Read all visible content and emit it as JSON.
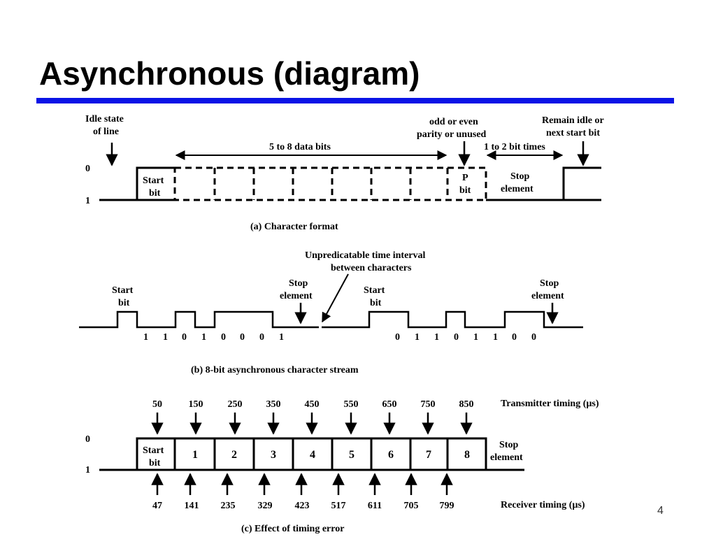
{
  "slide": {
    "title": "Asynchronous (diagram)",
    "page_number": "4",
    "rule_color": "#0a14e6"
  },
  "a": {
    "idle_label": [
      "Idle state",
      "of line"
    ],
    "level0": "0",
    "level1": "1",
    "data_bits": "5 to 8 data bits",
    "parity_label": [
      "odd or even",
      "parity or unused"
    ],
    "stop_times": "1 to 2 bit times",
    "remain_label": [
      "Remain idle or",
      "next start bit"
    ],
    "start_bit": [
      "Start",
      "bit"
    ],
    "p_bit": [
      "P",
      "bit"
    ],
    "stop_element": [
      "Stop",
      "element"
    ],
    "caption": "(a) Character format"
  },
  "b": {
    "interval_label": [
      "Unpredicatable time interval",
      "between characters"
    ],
    "start1": [
      "Start",
      "bit"
    ],
    "stop1": [
      "Stop",
      "element"
    ],
    "start2": [
      "Start",
      "bit"
    ],
    "stop2": [
      "Stop",
      "element"
    ],
    "bits1": [
      "1",
      "1",
      "0",
      "1",
      "0",
      "0",
      "0",
      "1"
    ],
    "bits2": [
      "0",
      "1",
      "1",
      "0",
      "1",
      "1",
      "0",
      "0"
    ],
    "caption": "(b) 8-bit asynchronous character stream"
  },
  "c": {
    "tx_times": [
      "50",
      "150",
      "250",
      "350",
      "450",
      "550",
      "650",
      "750",
      "850"
    ],
    "tx_label": "Transmitter timing (µs)",
    "rx_times": [
      "47",
      "141",
      "235",
      "329",
      "423",
      "517",
      "611",
      "705",
      "799"
    ],
    "rx_label": "Receiver timing (µs)",
    "level0": "0",
    "level1": "1",
    "start_bit": [
      "Start",
      "bit"
    ],
    "cells": [
      "1",
      "2",
      "3",
      "4",
      "5",
      "6",
      "7",
      "8"
    ],
    "stop_element": [
      "Stop",
      "element"
    ],
    "caption": "(c) Effect of timing error"
  }
}
